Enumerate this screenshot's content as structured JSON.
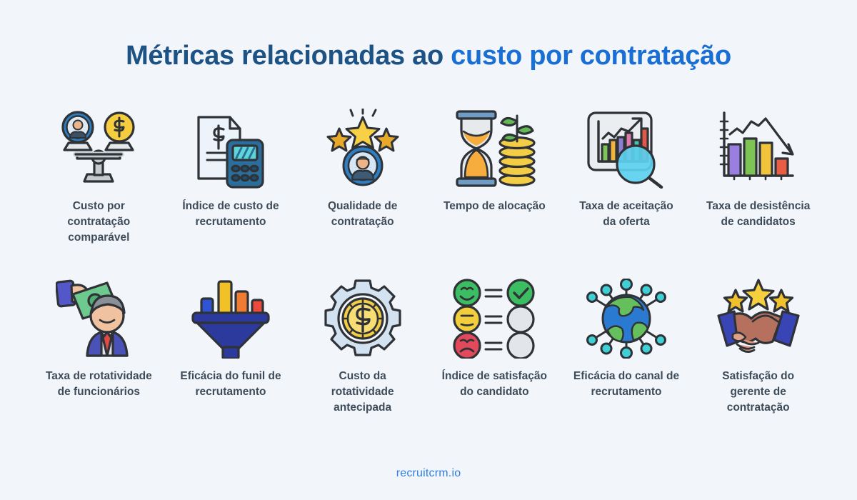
{
  "title": {
    "part_dark": "Métricas relacionadas ao ",
    "part_accent": "custo por contratação",
    "color_dark": "#1d5285",
    "color_accent": "#1a6fd4"
  },
  "theme": {
    "background": "#f2f6fb",
    "label_color": "#3e4b59",
    "footer_color": "#2b7de9"
  },
  "metrics": [
    {
      "icon": "balance-scale-person-coin-icon",
      "label": "Custo por contratação comparável"
    },
    {
      "icon": "invoice-calculator-icon",
      "label": "Índice de custo de recrutamento"
    },
    {
      "icon": "stars-avatar-icon",
      "label": "Qualidade de contratação"
    },
    {
      "icon": "hourglass-coin-stack-plant-icon",
      "label": "Tempo de alocação"
    },
    {
      "icon": "bar-chart-magnifier-icon",
      "label": "Taxa de aceitação da oferta"
    },
    {
      "icon": "declining-bar-chart-icon",
      "label": "Taxa de desistência de candidatos"
    },
    {
      "icon": "hand-money-employee-icon",
      "label": "Taxa de rotatividade de funcionários"
    },
    {
      "icon": "funnel-bars-icon",
      "label": "Eficácia do funil de recrutamento"
    },
    {
      "icon": "gear-dollar-coin-icon",
      "label": "Custo da rotatividade antecipada"
    },
    {
      "icon": "satisfaction-faces-survey-icon",
      "label": "Índice de satisfação do candidato"
    },
    {
      "icon": "globe-network-icon",
      "label": "Eficácia do canal de recrutamento"
    },
    {
      "icon": "handshake-stars-icon",
      "label": "Satisfação do gerente de contratação"
    }
  ],
  "footer": {
    "link_text": "recruitcrm.io"
  }
}
